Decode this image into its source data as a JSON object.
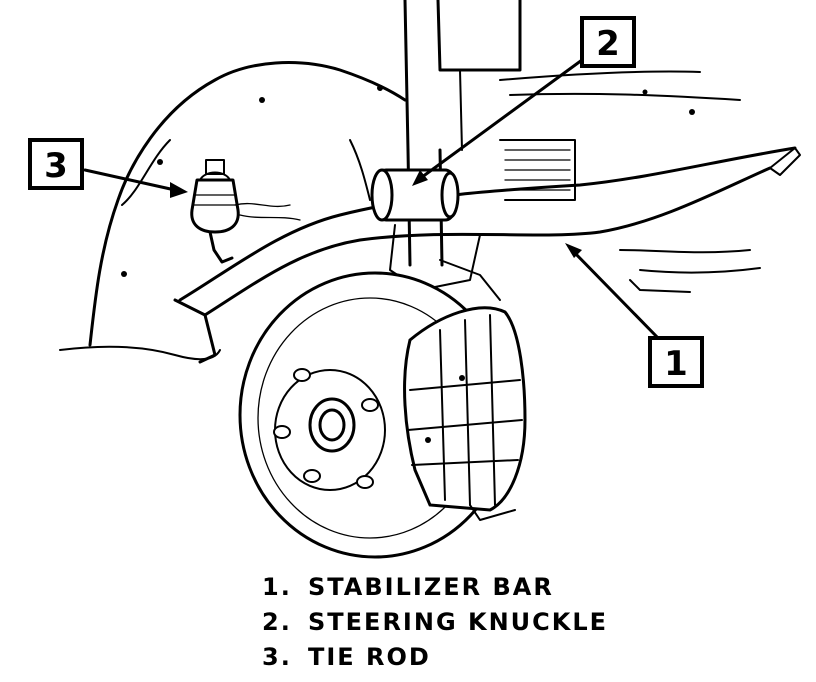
{
  "callouts": [
    {
      "number": "1",
      "target": "stabilizer-bar"
    },
    {
      "number": "2",
      "target": "steering-knuckle"
    },
    {
      "number": "3",
      "target": "tie-rod"
    }
  ],
  "legend": [
    {
      "number": "1.",
      "label": "STABILIZER BAR"
    },
    {
      "number": "2.",
      "label": "STEERING KNUCKLE"
    },
    {
      "number": "3.",
      "label": "TIE ROD"
    }
  ]
}
